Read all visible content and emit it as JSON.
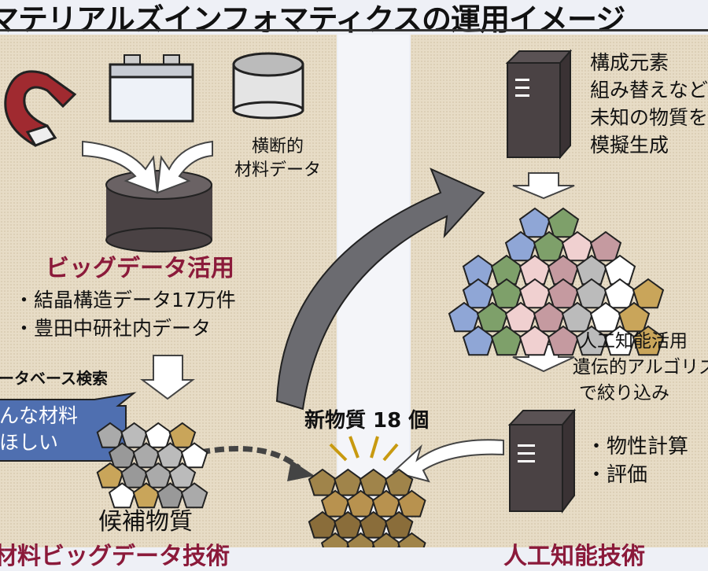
{
  "title": "マテリアルズインフォマティクスの運用イメージ",
  "left": {
    "cross_data": [
      "横断的",
      "材料データ"
    ],
    "big_data_heading": "ビッグデータ活用",
    "bullets": [
      "・結晶構造データ17万件",
      "・豊田中研社内データ"
    ],
    "db_search": "データベース検索",
    "speech_bubble": [
      "こんな材料",
      "がほしい"
    ],
    "candidates": "候補物質",
    "footer": "材料ビッグデータ技術"
  },
  "center": {
    "new_materials": "新物質 18 個"
  },
  "right": {
    "simulation": [
      "構成元素",
      "組み替えなどで",
      "未知の物質を",
      "模擬生成"
    ],
    "ai_filter": [
      "人工知能活用",
      "遺伝的アルゴリズム",
      "で絞り込み"
    ],
    "evaluation": [
      "・物性計算",
      "・評価"
    ],
    "footer": "人工知能技術"
  },
  "colors": {
    "accent_red": "#8b1a3a",
    "panel": "#e7dcc6",
    "bubble": "#4f6fb0"
  }
}
